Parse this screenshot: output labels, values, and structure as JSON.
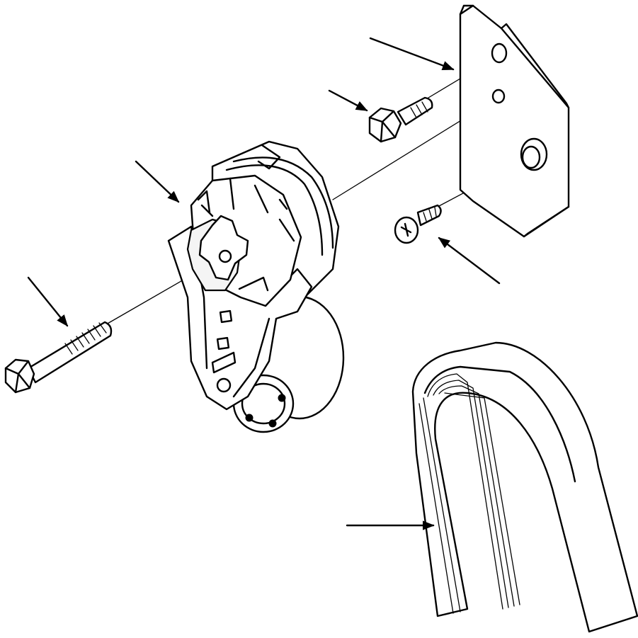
{
  "diagram": {
    "type": "exploded-parts-view",
    "background": "#ffffff",
    "line_color": "#000000",
    "labels": [],
    "parts": [
      "mounting-bracket",
      "belt-tensioner",
      "flange-bolt-short",
      "countersunk-screw",
      "flange-bolt-long",
      "serpentine-belt"
    ],
    "callout_arrow_count": 6
  }
}
